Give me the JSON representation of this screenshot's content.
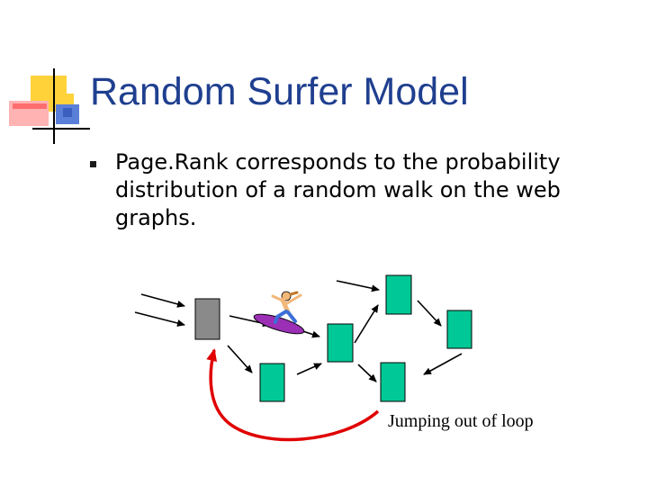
{
  "slide": {
    "title": "Random Surfer Model",
    "bullets": [
      "Page.Rank corresponds to the probability distribution of a random walk on the web graphs."
    ]
  },
  "diagram": {
    "loop_label": "Jumping out of loop",
    "colors": {
      "page": "#00c896",
      "start_page": "#8a8a8a",
      "loop_arrow": "#e00000",
      "arrow": "#000000"
    },
    "icons": [
      "surfer-icon",
      "surfboard-icon"
    ]
  },
  "decor": {
    "colors": [
      "#ffd23a",
      "#ff6e6e",
      "#5a7fd8",
      "#000000"
    ]
  }
}
